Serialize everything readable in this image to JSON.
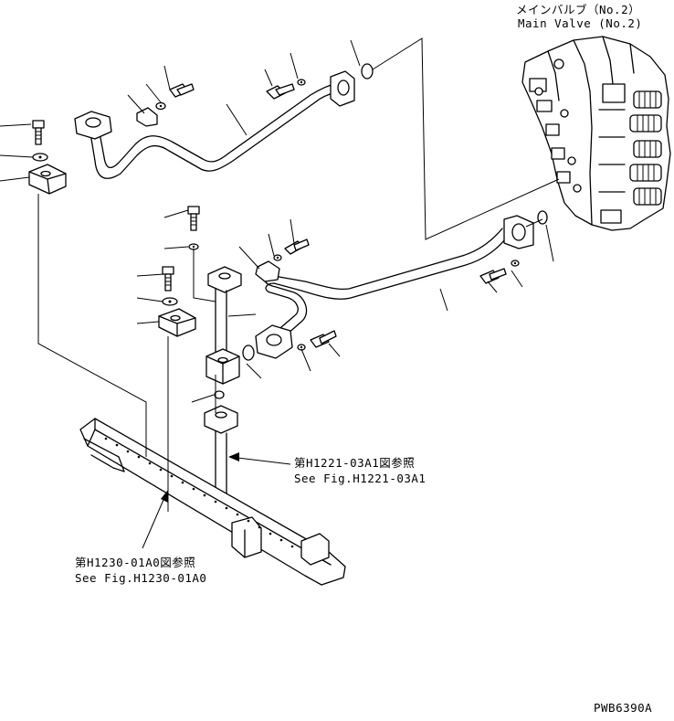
{
  "callouts": {
    "main_valve_jp": "メインバルブ（No.2）",
    "main_valve_en": "Main Valve (No.2)",
    "ref_h1221_jp": "第H1221-03A1図参照",
    "ref_h1221_en": "See Fig.H1221-03A1",
    "ref_h1230_jp": "第H1230-01A0図参照",
    "ref_h1230_en": "See Fig.H1230-01A0"
  },
  "drawing_number": "PWB6390A"
}
